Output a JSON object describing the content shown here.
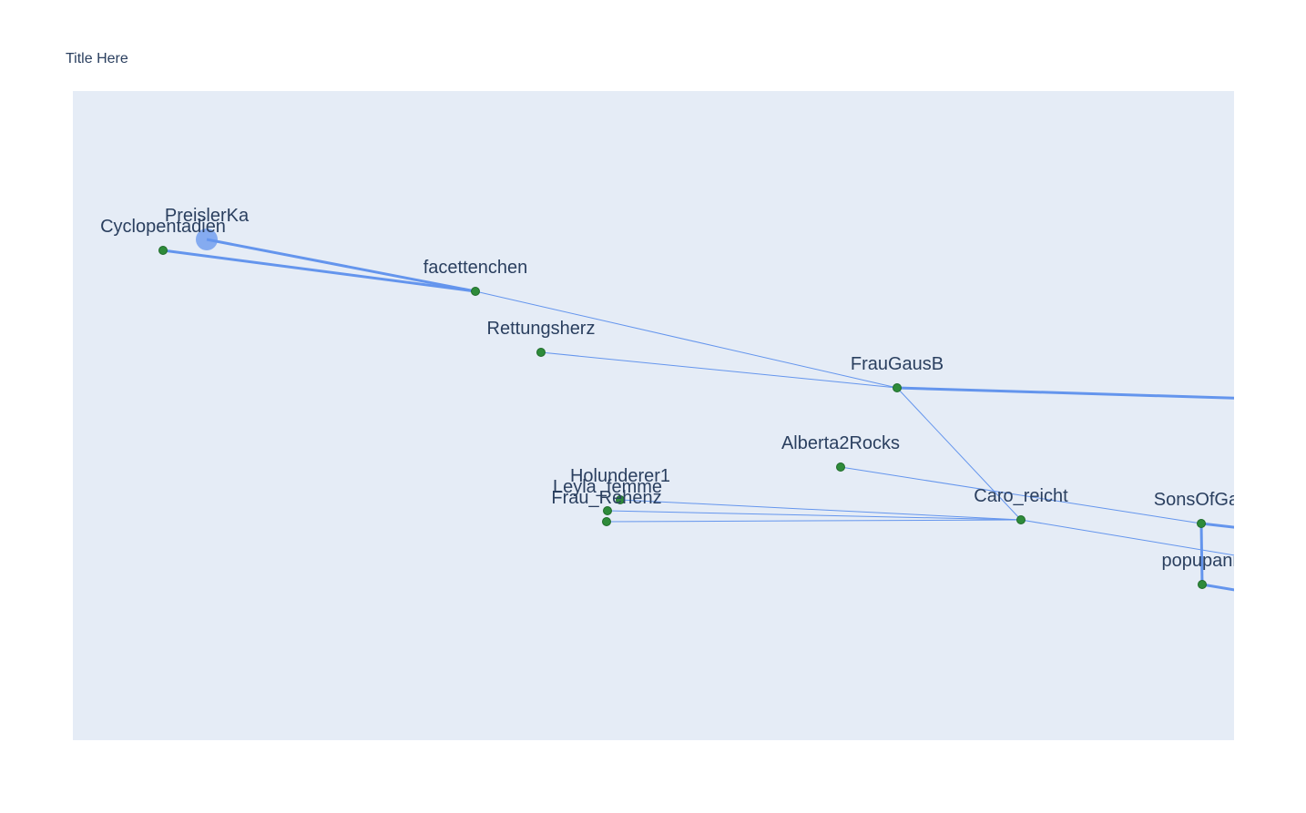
{
  "title": "Title Here",
  "colors": {
    "plot_bg": "#e5ecf6",
    "edge": "#6495ed",
    "node": "#2e8b3a",
    "highlight": "#6495ed",
    "text": "#2a3f5f"
  },
  "nodes": [
    {
      "id": "PreislerKa",
      "label": "PreislerKa",
      "highlight": true
    },
    {
      "id": "Cyclopentadien",
      "label": "Cyclopentadien"
    },
    {
      "id": "facettenchen",
      "label": "facettenchen"
    },
    {
      "id": "Rettungsherz",
      "label": "Rettungsherz"
    },
    {
      "id": "FrauGausB",
      "label": "FrauGausB"
    },
    {
      "id": "Alberta2Rocks",
      "label": "Alberta2Rocks"
    },
    {
      "id": "Holunderer1",
      "label": "Holunderer1"
    },
    {
      "id": "Leyla_femme",
      "label": "Leyla_femme"
    },
    {
      "id": "Frau_Rehenz",
      "label": "Frau_Rehenz"
    },
    {
      "id": "Caro_reicht",
      "label": "Caro_reicht"
    },
    {
      "id": "SonsOfGan",
      "label": "SonsOfGan"
    },
    {
      "id": "popupann",
      "label": "popupann"
    }
  ],
  "edges": [
    {
      "from": "PreislerKa",
      "to": "facettenchen",
      "weight": 3
    },
    {
      "from": "Cyclopentadien",
      "to": "facettenchen",
      "weight": 3
    },
    {
      "from": "facettenchen",
      "to": "FrauGausB",
      "weight": 1
    },
    {
      "from": "Rettungsherz",
      "to": "FrauGausB",
      "weight": 1
    },
    {
      "from": "FrauGausB",
      "to": "Caro_reicht",
      "weight": 1
    },
    {
      "from": "Holunderer1",
      "to": "Caro_reicht",
      "weight": 1
    },
    {
      "from": "Leyla_femme",
      "to": "Caro_reicht",
      "weight": 1
    },
    {
      "from": "Frau_Rehenz",
      "to": "Caro_reicht",
      "weight": 1
    },
    {
      "from": "Alberta2Rocks",
      "to": "SonsOfGan",
      "weight": 1
    },
    {
      "from": "SonsOfGan",
      "to": "popupann",
      "weight": 3
    }
  ]
}
